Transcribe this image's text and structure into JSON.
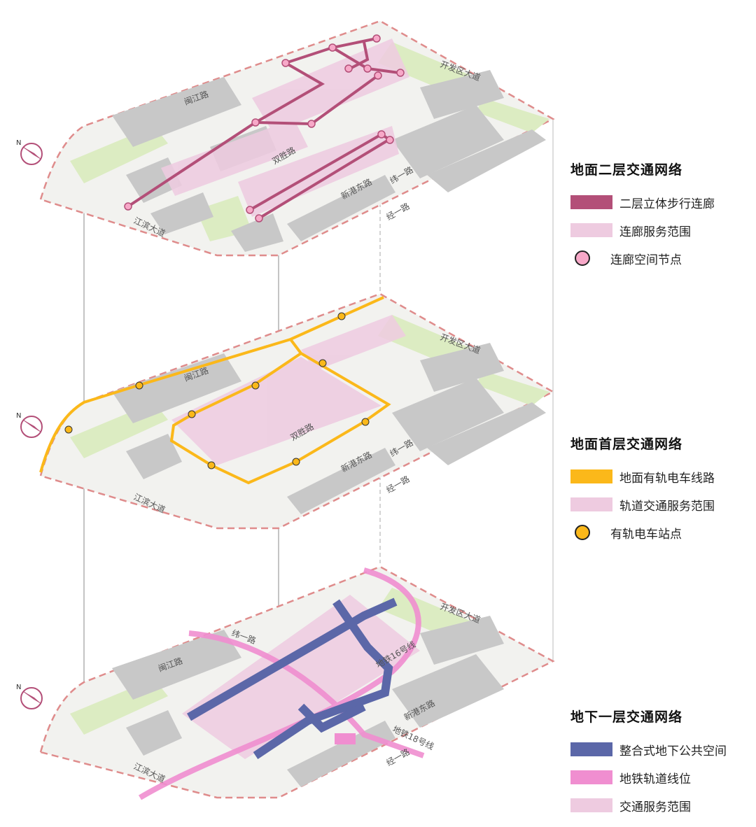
{
  "compass": {
    "label": "N"
  },
  "road_labels": {
    "minjiang": "闽江路",
    "shuangsheng": "双胜路",
    "xingangdong": "新港东路",
    "weiyi": "纬一路",
    "jiangbin": "江滨大道",
    "jingyi": "经一路",
    "kaifa": "开发区大道",
    "metro_line16": "地铁16号线",
    "metro_line18": "地铁18号线"
  },
  "legends": [
    {
      "title": "地面二层交通网络",
      "items": [
        {
          "type": "bar",
          "color": "#b34f78",
          "label": "二层立体步行连廊"
        },
        {
          "type": "bar",
          "color": "#eecbe0",
          "label": "连廊服务范围"
        },
        {
          "type": "circle",
          "color": "#f7a8c8",
          "label": "连廊空间节点"
        }
      ]
    },
    {
      "title": "地面首层交通网络",
      "items": [
        {
          "type": "bar",
          "color": "#fbb81a",
          "label": "地面有轨电车线路"
        },
        {
          "type": "bar",
          "color": "#eecbe0",
          "label": "轨道交通服务范围"
        },
        {
          "type": "circle",
          "color": "#fbb81a",
          "label": "有轨电车站点"
        }
      ]
    },
    {
      "title": "地下一层交通网络",
      "items": [
        {
          "type": "bar",
          "color": "#5b67a8",
          "label": "整合式地下公共空间"
        },
        {
          "type": "bar",
          "color": "#f08ed0",
          "label": "地铁轨道线位"
        },
        {
          "type": "bar",
          "color": "#eecbe0",
          "label": "交通服务范围"
        }
      ]
    }
  ],
  "colors": {
    "ground": "#f2f2ef",
    "building": "#c8c8c8",
    "green": "#dcecc2",
    "outline": "#df8c8c",
    "corridor": "#b34f78",
    "node": "#f7a8c8",
    "tram": "#fbb81a",
    "underground": "#5b67a8",
    "metro": "#f08ed0",
    "service": "#eecbe0"
  }
}
